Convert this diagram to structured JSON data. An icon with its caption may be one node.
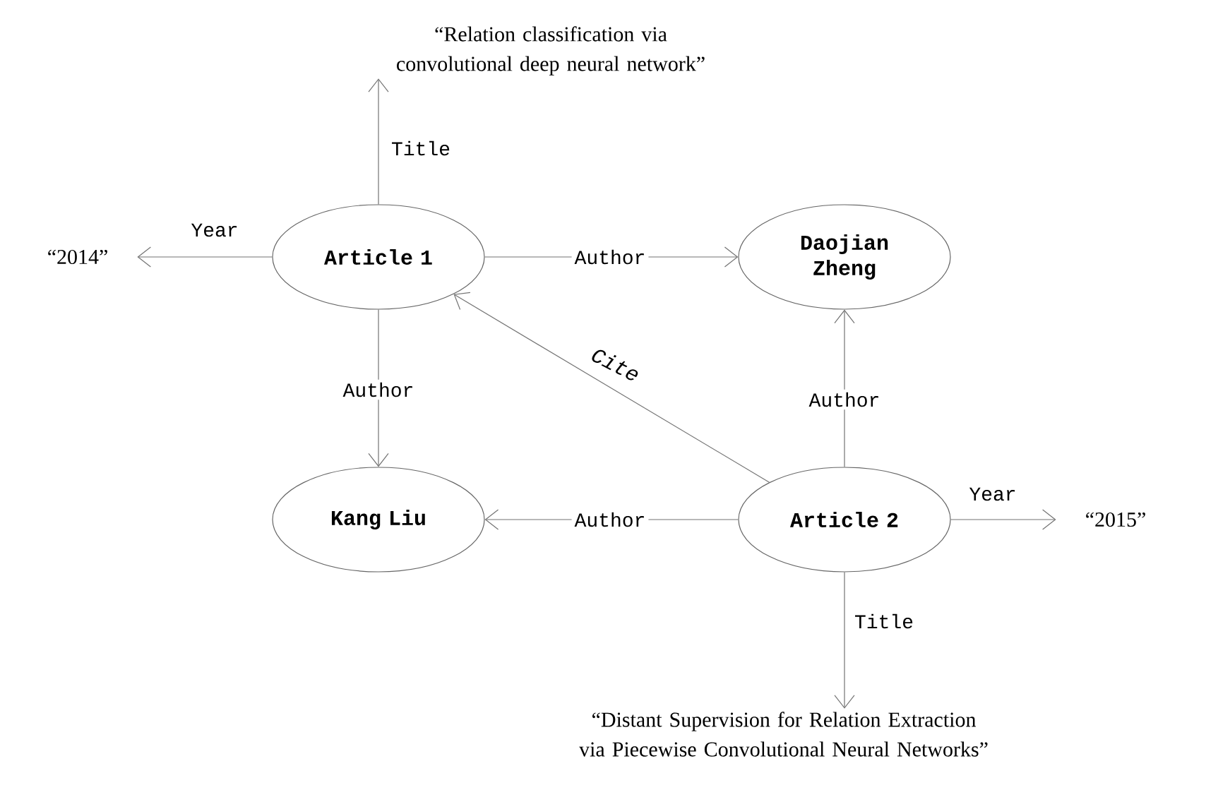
{
  "diagram": {
    "nodes": [
      {
        "text": [
          "“Relation classification via convolutional deep neural network”"
        ]
      },
      {
        "text": [
          "“2014”"
        ]
      },
      {
        "text": [
          "Article 1"
        ]
      },
      {
        "text": [
          "Daojian Zheng"
        ]
      },
      {
        "text": [
          "Kang Liu"
        ]
      },
      {
        "text": [
          "Article 2"
        ]
      },
      {
        "text": [
          "“2015”"
        ]
      },
      {
        "text": [
          "“Distant Supervision for Relation Extraction via Piecewise Convolutional Neural Networks”"
        ]
      }
    ],
    "edges": [
      {
        "from": 2,
        "to": 0,
        "arrow": "to",
        "label": "Title"
      },
      {
        "from": 2,
        "to": 1,
        "arrow": "to",
        "label": "Year"
      },
      {
        "from": 2,
        "to": 3,
        "arrow": "to",
        "label": "Author"
      },
      {
        "from": 2,
        "to": 4,
        "arrow": "to",
        "label": "Author"
      },
      {
        "from": 5,
        "to": 2,
        "arrow": "to",
        "label": "Cite"
      },
      {
        "from": 5,
        "to": 3,
        "arrow": "to",
        "label": "Author"
      },
      {
        "from": 5,
        "to": 4,
        "arrow": "to",
        "label": "Author"
      },
      {
        "from": 5,
        "to": 6,
        "arrow": "to",
        "label": "Year"
      },
      {
        "from": 5,
        "to": 7,
        "arrow": "to",
        "label": "Title"
      }
    ]
  }
}
